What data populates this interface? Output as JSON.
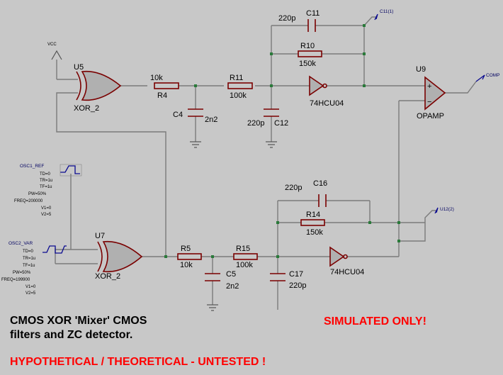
{
  "labels": {
    "vcc": "VCC",
    "u5": "U5",
    "u5_type": "XOR_2",
    "u7": "U7",
    "u7_type": "XOR_2",
    "u9": "U9",
    "u9_type": "OPAMP",
    "inv1_type": "74HCU04",
    "inv2_type": "74HCU04",
    "r4_val": "10k",
    "r4": "R4",
    "r11": "R11",
    "r11_val": "100k",
    "c4": "C4",
    "c4_val": "2n2",
    "c12_val": "220p",
    "c12": "C12",
    "c11_val": "220p",
    "c11": "C11",
    "r10": "R10",
    "r10_val": "150k",
    "r5": "R5",
    "r5_val": "10k",
    "r15": "R15",
    "r15_val": "100k",
    "c5": "C5",
    "c5_val": "2n2",
    "c17": "C17",
    "c17_val": "220p",
    "c16_val": "220p",
    "c16": "C16",
    "r14": "R14",
    "r14_val": "150k",
    "probe_c11": "C11(1)",
    "probe_u12": "U12(2)",
    "comp_out": "COMP",
    "plus": "+",
    "minus": "−"
  },
  "sources": {
    "osc1": {
      "name": "OSC1_REF",
      "params": [
        "TD=0",
        "TR=1u",
        "TF=1u",
        "PW=50%",
        "FREQ=200000",
        "V1=0",
        "V2=5"
      ]
    },
    "osc2": {
      "name": "OSC2_VAR",
      "params": [
        "TD=0",
        "TR=1u",
        "TF=1u",
        "PW=50%",
        "FREQ=199900",
        "V1=0",
        "V2=5"
      ]
    }
  },
  "notes": {
    "title1": "CMOS XOR 'Mixer' CMOS",
    "title2": "filters and ZC detector.",
    "simulated": "SIMULATED ONLY!",
    "hypothetical": "HYPOTHETICAL / THEORETICAL - UNTESTED !"
  },
  "colors": {
    "background": "#c8c8c8",
    "wire": "#7a7a7a",
    "component": "#7a0000",
    "junction": "#2a7a3a",
    "pin": "#0a0a90",
    "warning": "#ff0000"
  }
}
